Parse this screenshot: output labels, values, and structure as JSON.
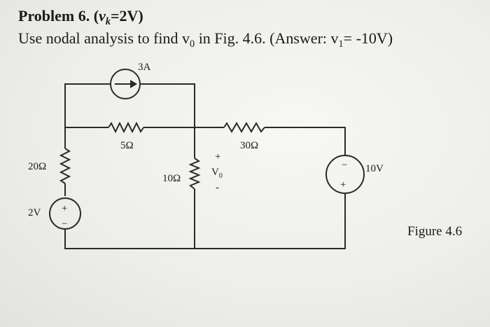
{
  "problem": {
    "heading": "Problem 6.",
    "given_var": "v",
    "given_sub": "k",
    "given_value": "=2V)",
    "given_open": "("
  },
  "instruction": {
    "text_a": "Use nodal analysis to find v",
    "sub_o": "0",
    "text_b": " in Fig. 4.6.  (Answer: v",
    "sub_1": "1",
    "text_c": "= -10V)"
  },
  "circuit": {
    "source_current_label": "3A",
    "r1_label": "5Ω",
    "r2_label": "30Ω",
    "r3_label": "20Ω",
    "r4_label": "10Ω",
    "vo_plus": "+",
    "vo_label": "V",
    "vo_sub": "0",
    "vo_minus": "-",
    "vsrc_left_label": "2V",
    "vsrc_left_plus": "+",
    "vsrc_left_minus": "−",
    "vsrc_right_label": "10V",
    "vsrc_right_minus": "−",
    "vsrc_right_plus": "+"
  },
  "figure_caption": "Figure 4.6"
}
